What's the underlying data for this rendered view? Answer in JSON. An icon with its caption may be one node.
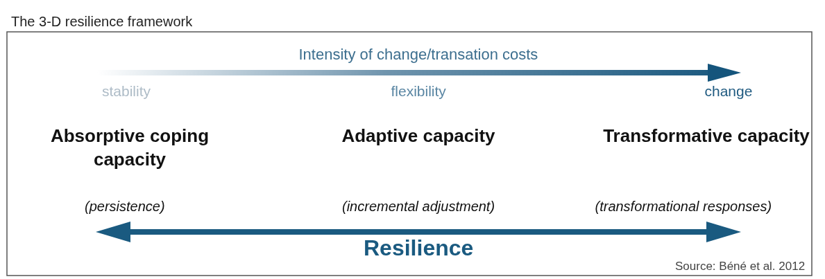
{
  "diagram": {
    "title": "The 3-D resilience framework",
    "labels": [
      "Intensity of change/transation costs",
      "stability",
      "flexibility",
      "change",
      "Absorptive coping capacity",
      "Adaptive capacity",
      "Transformative capacity",
      "(persistence)",
      "(incremental adjustment)",
      "(transformational responses)",
      "Resilience",
      "Source: Béné et al. 2012"
    ]
  }
}
